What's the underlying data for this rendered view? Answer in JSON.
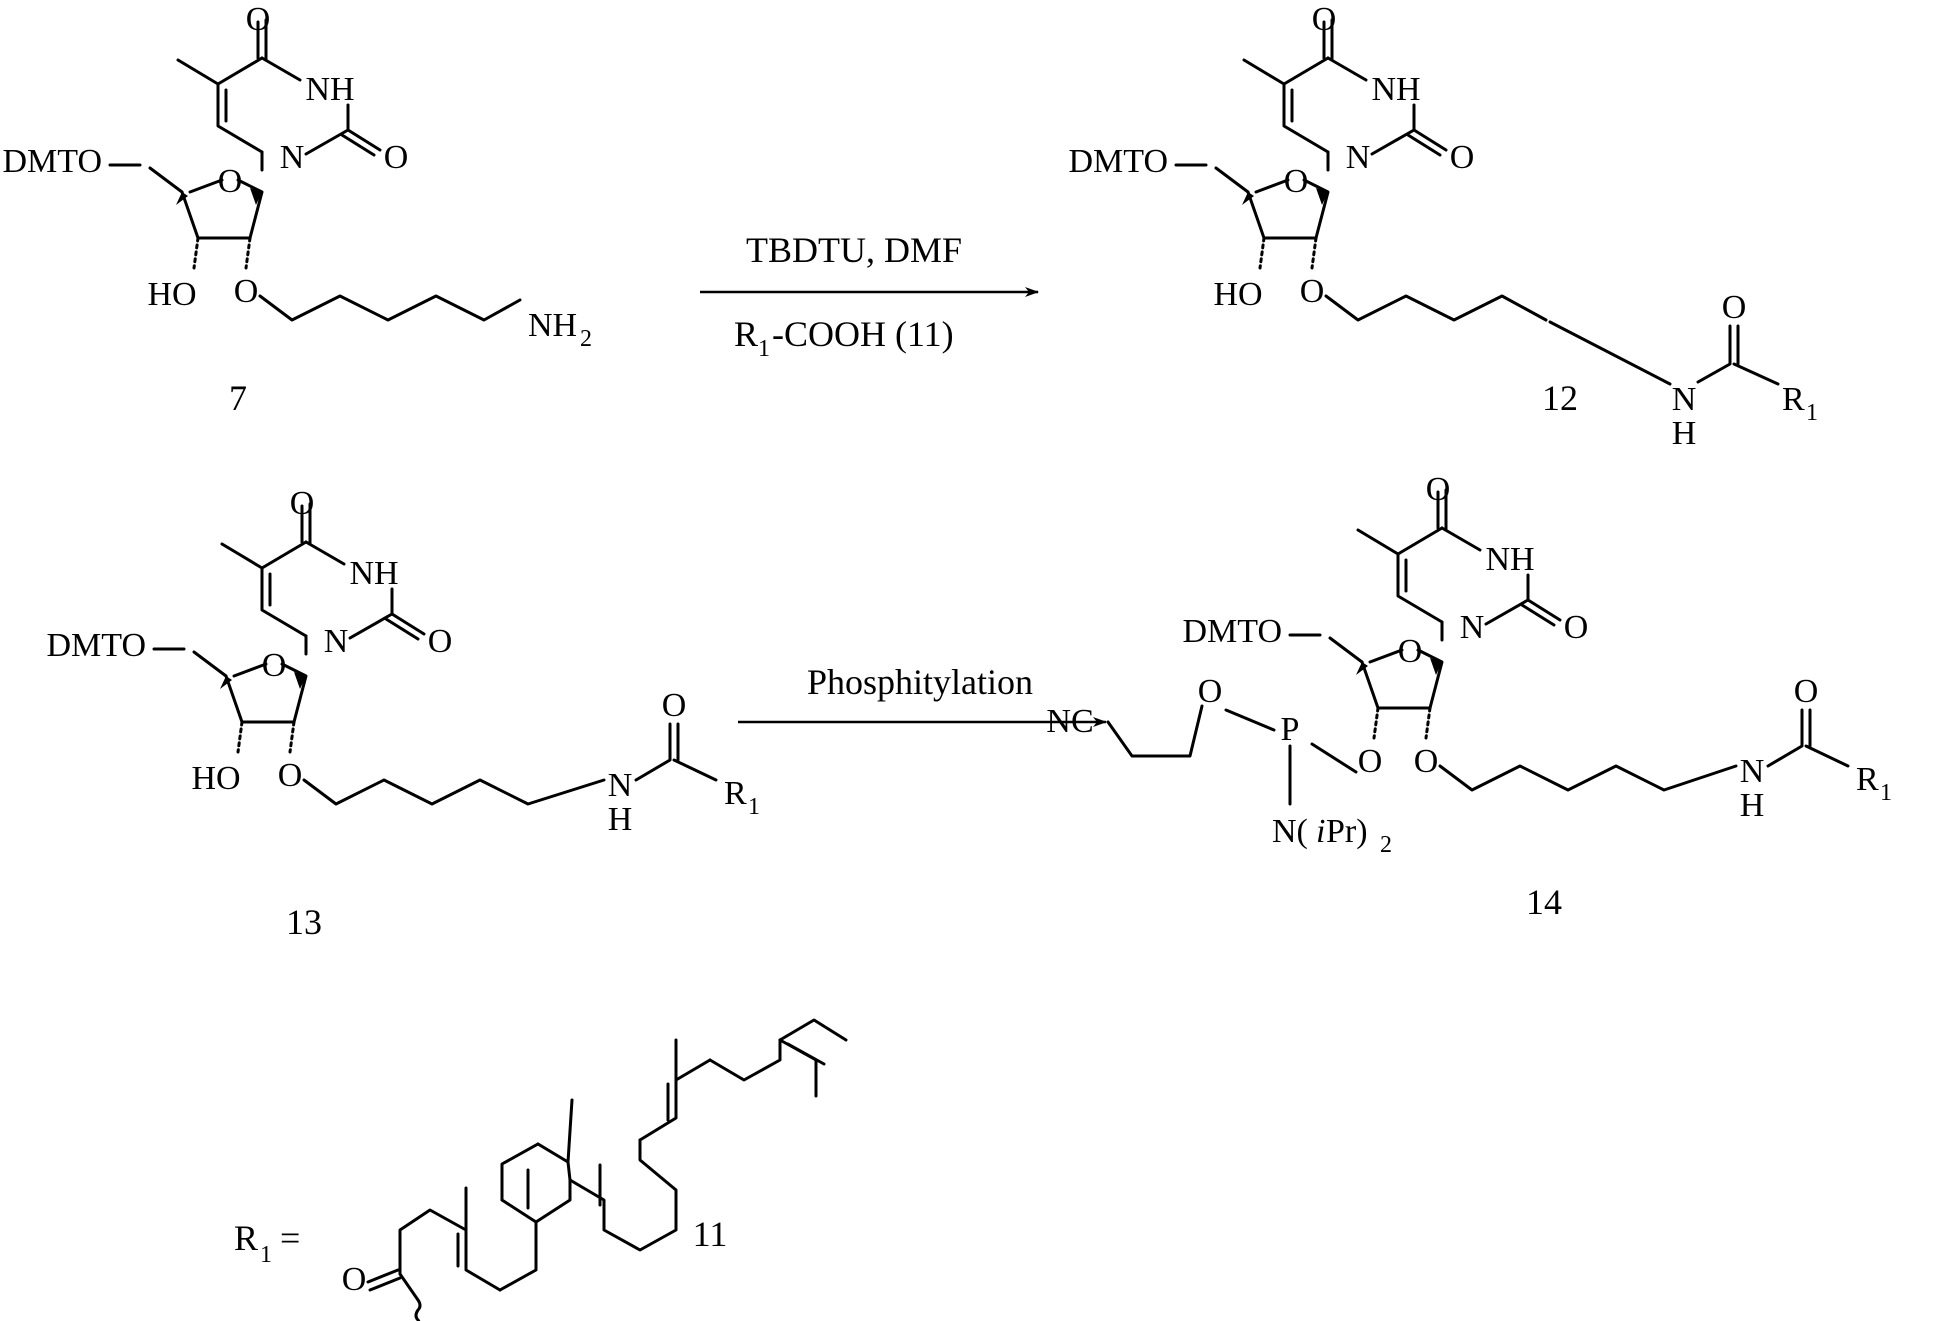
{
  "atoms": {
    "O": "O",
    "NH": "NH",
    "N": "N",
    "H": "H",
    "HO": "HO",
    "DMTO": "DMTO",
    "NH2": "NH",
    "sub2": "2",
    "sub1": "1",
    "R": "R",
    "NC": "NC",
    "P": "P",
    "N_iPr": "N(",
    "iPr_i": "i",
    "iPr_rest": "Pr)"
  },
  "compounds": {
    "c7": "7",
    "c12": "12",
    "c13": "13",
    "c14": "14",
    "c11": "11"
  },
  "reactions": {
    "r1_reagent_top": "TBDTU, DMF",
    "r1_reagent_bottom_a": "-COOH (11)",
    "r2_reagent": "Phosphitylation"
  },
  "r1_definition": {
    "equals": "="
  }
}
